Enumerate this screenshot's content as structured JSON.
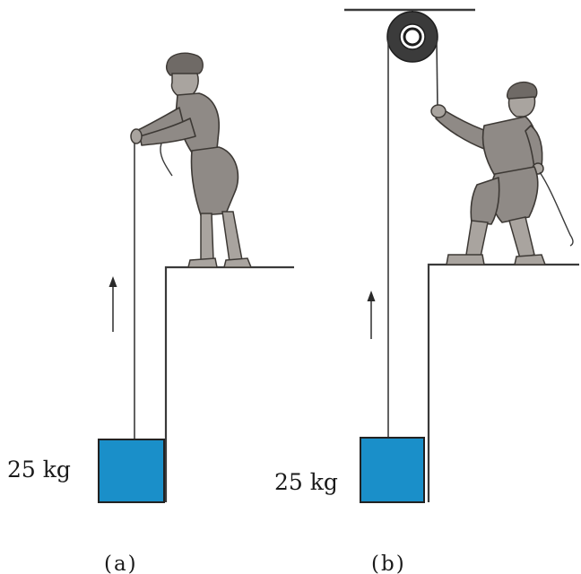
{
  "panels": [
    {
      "mass_label": "25 kg",
      "caption": "(a)"
    },
    {
      "mass_label": "25 kg",
      "caption": "(b)"
    }
  ],
  "colors": {
    "block_fill": "#1a8fc9",
    "block_stroke": "#222222",
    "line": "#3a3a3a",
    "figure": "#8f8a86"
  }
}
